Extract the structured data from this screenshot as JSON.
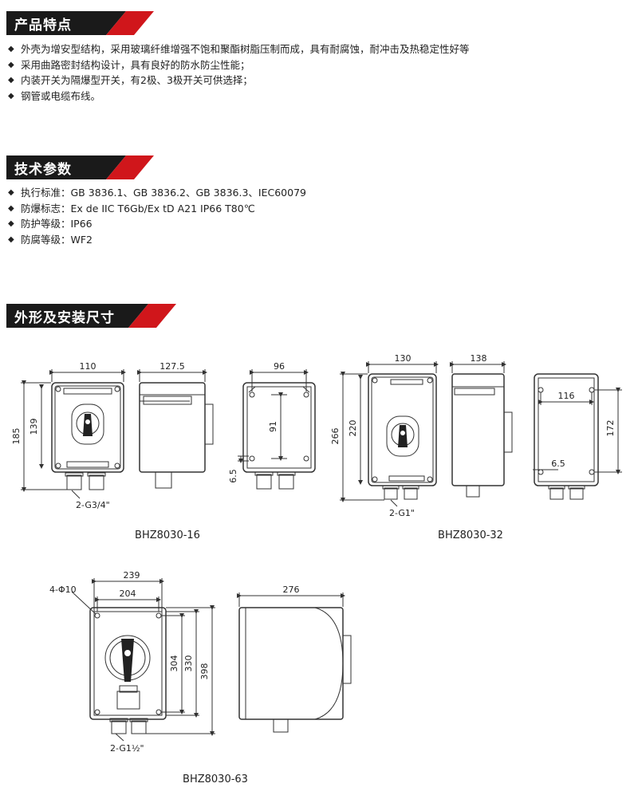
{
  "sections": {
    "features": {
      "title": "产品特点",
      "items": [
        "外壳为增安型结构，采用玻璃纤维增强不饱和聚酯树脂压制而成，具有耐腐蚀，耐冲击及热稳定性好等",
        "采用曲路密封结构设计，具有良好的防水防尘性能；",
        "内装开关为隔爆型开关，有2极、3极开关可供选择；",
        "钢管或电缆布线。"
      ]
    },
    "specs": {
      "title": "技术参数",
      "items": [
        "执行标准：GB 3836.1、GB 3836.2、GB 3836.3、IEC60079",
        "防爆标志：Ex de IIC T6Gb/Ex tD A21 IP66 T80℃",
        "防护等级：IP66",
        "防腐等级：WF2"
      ]
    },
    "dimensions": {
      "title": "外形及安装尺寸"
    }
  },
  "drawings": {
    "bhz16": {
      "model": "BHZ8030-16",
      "width": "110",
      "depth": "127.5",
      "hole_w": "96",
      "height": "185",
      "front_h": "139",
      "hole_h": "91",
      "hole_d": "6.5",
      "thread": "2-G3/4\""
    },
    "bhz32": {
      "model": "BHZ8030-32",
      "width": "130",
      "depth": "138",
      "hole_w": "116",
      "height": "266",
      "front_h": "220",
      "hole_h": "172",
      "hole_d": "6.5",
      "thread": "2-G1\""
    },
    "bhz63": {
      "model": "BHZ8030-63",
      "overall_w": "239",
      "hole_w": "204",
      "holes": "4-Φ10",
      "h1": "304",
      "h2": "330",
      "h3": "398",
      "depth": "276",
      "thread": "2-G1½\""
    }
  },
  "colors": {
    "accent": "#d0161b",
    "dark": "#1a1a1a",
    "line": "#333333"
  }
}
